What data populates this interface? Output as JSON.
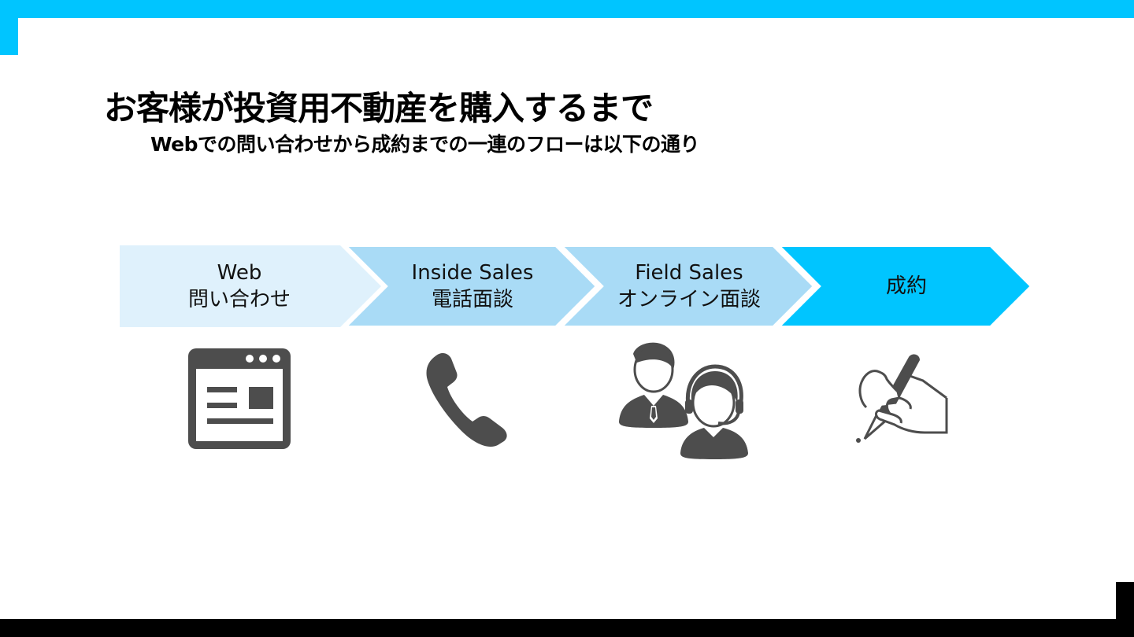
{
  "slide": {
    "title": "お客様が投資用不動産を購入するまで",
    "subtitle": "Webでの問い合わせから成約までの一連のフローは以下の通り"
  },
  "colors": {
    "accent": "#00c5ff",
    "step1_fill": "#dff1fc",
    "step2_fill": "#a9dbf6",
    "step3_fill": "#a9dbf6",
    "step4_fill": "#00c5ff",
    "icon_gray": "#4d4d4d",
    "footer": "#000000"
  },
  "flow": {
    "steps": [
      {
        "line1": "Web",
        "line2": "問い合わせ",
        "icon": "browser-window-icon"
      },
      {
        "line1": "Inside Sales",
        "line2": "電話面談",
        "icon": "phone-handset-icon"
      },
      {
        "line1": "Field Sales",
        "line2": "オンライン面談",
        "icon": "businessman-and-operator-icon"
      },
      {
        "line1": "成約",
        "line2": "",
        "icon": "hand-writing-pen-icon"
      }
    ]
  }
}
